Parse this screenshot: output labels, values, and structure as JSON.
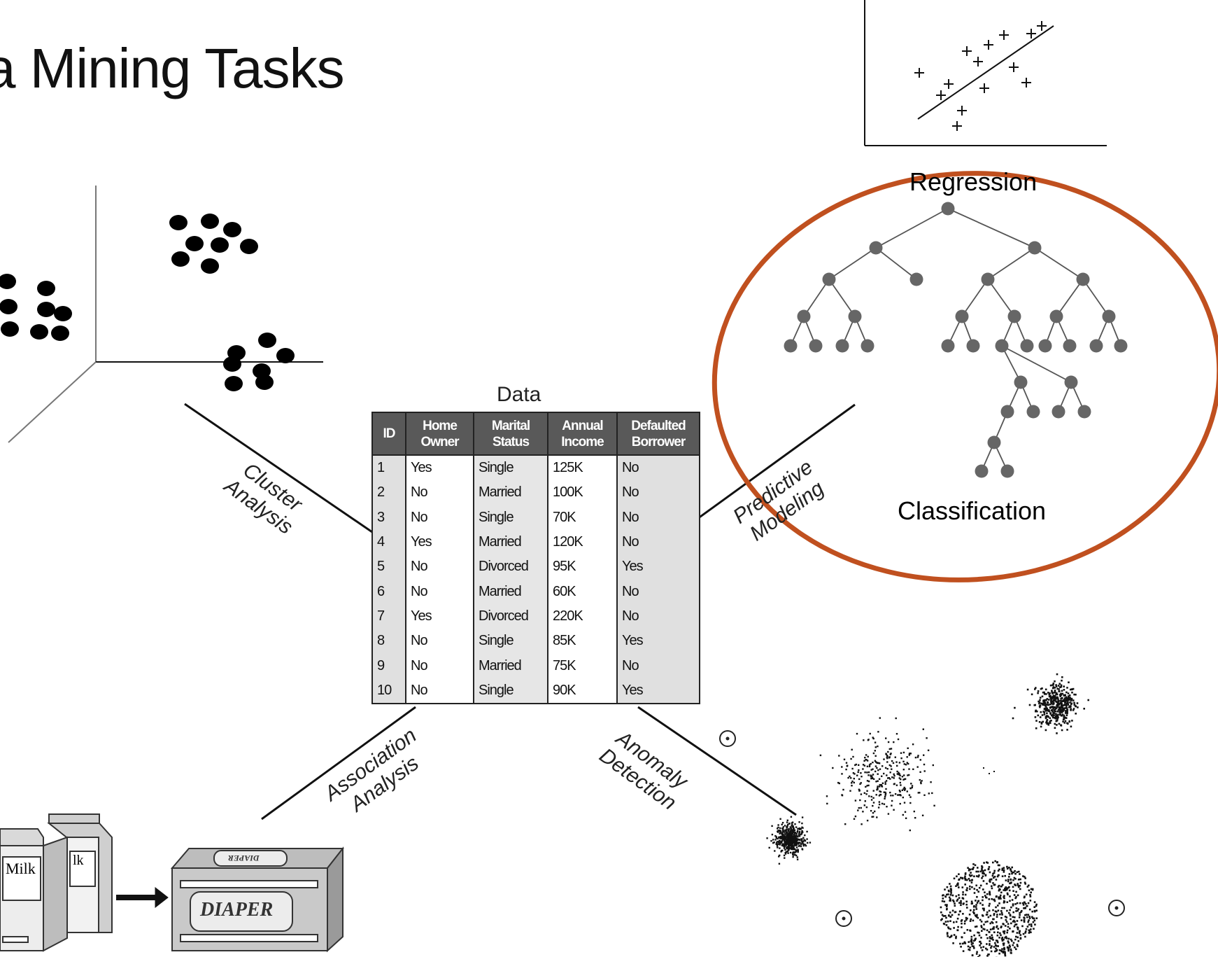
{
  "slide": {
    "title": "a Mining Tasks"
  },
  "diagram": {
    "center_title": "Data",
    "tasks": {
      "cluster": [
        "Cluster",
        "Analysis"
      ],
      "predictive": [
        "Predictive",
        "Modeling"
      ],
      "association": [
        "Association",
        "Analysis"
      ],
      "anomaly": [
        "Anomaly",
        "Detection"
      ]
    },
    "regression_label": "Regression",
    "classification_label": "Classification",
    "product_labels": {
      "milk": "Milk",
      "milk_back": "lk",
      "diaper": "DIAPER",
      "diaper_lid": "DIAPER"
    },
    "highlight_color": "#c0501f"
  },
  "table": {
    "columns": [
      "ID",
      "Home Owner",
      "Marital Status",
      "Annual Income",
      "Defaulted Borrower"
    ],
    "rows": [
      [
        "1",
        "Yes",
        "Single",
        "125K",
        "No"
      ],
      [
        "2",
        "No",
        "Married",
        "100K",
        "No"
      ],
      [
        "3",
        "No",
        "Single",
        "70K",
        "No"
      ],
      [
        "4",
        "Yes",
        "Married",
        "120K",
        "No"
      ],
      [
        "5",
        "No",
        "Divorced",
        "95K",
        "Yes"
      ],
      [
        "6",
        "No",
        "Married",
        "60K",
        "No"
      ],
      [
        "7",
        "Yes",
        "Divorced",
        "220K",
        "No"
      ],
      [
        "8",
        "No",
        "Single",
        "85K",
        "Yes"
      ],
      [
        "9",
        "No",
        "Married",
        "75K",
        "No"
      ],
      [
        "10",
        "No",
        "Single",
        "90K",
        "Yes"
      ]
    ]
  }
}
